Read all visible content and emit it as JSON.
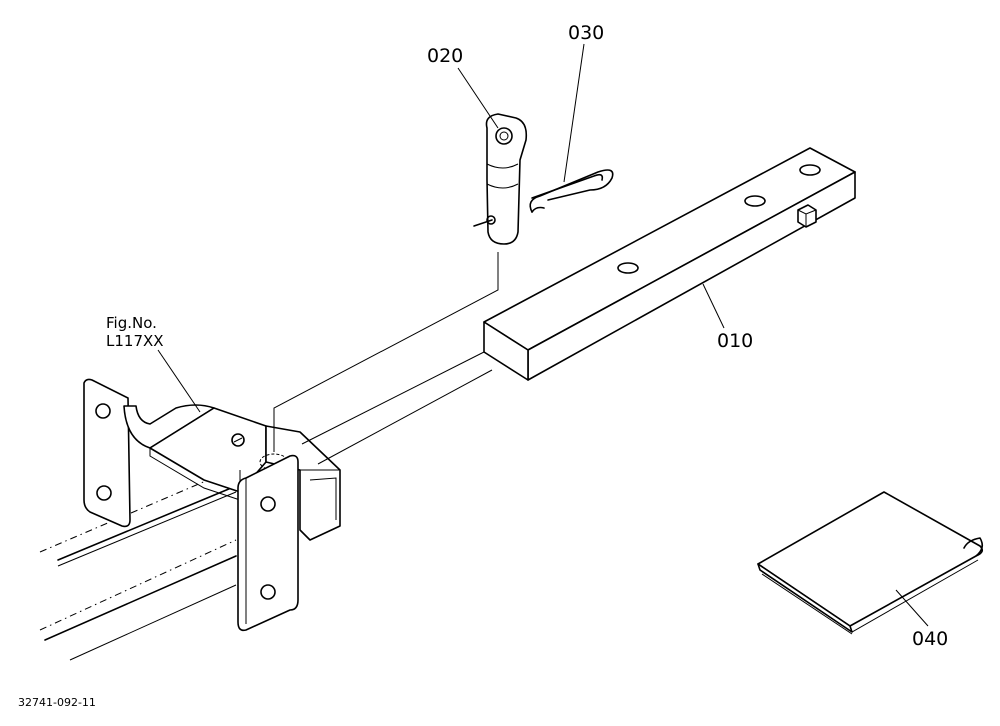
{
  "labels": {
    "part_010": "010",
    "part_020": "020",
    "part_030": "030",
    "part_040": "040",
    "figref_line1": "Fig.No.",
    "figref_line2": "L117XX",
    "drawing_code": "32741-092-11"
  }
}
